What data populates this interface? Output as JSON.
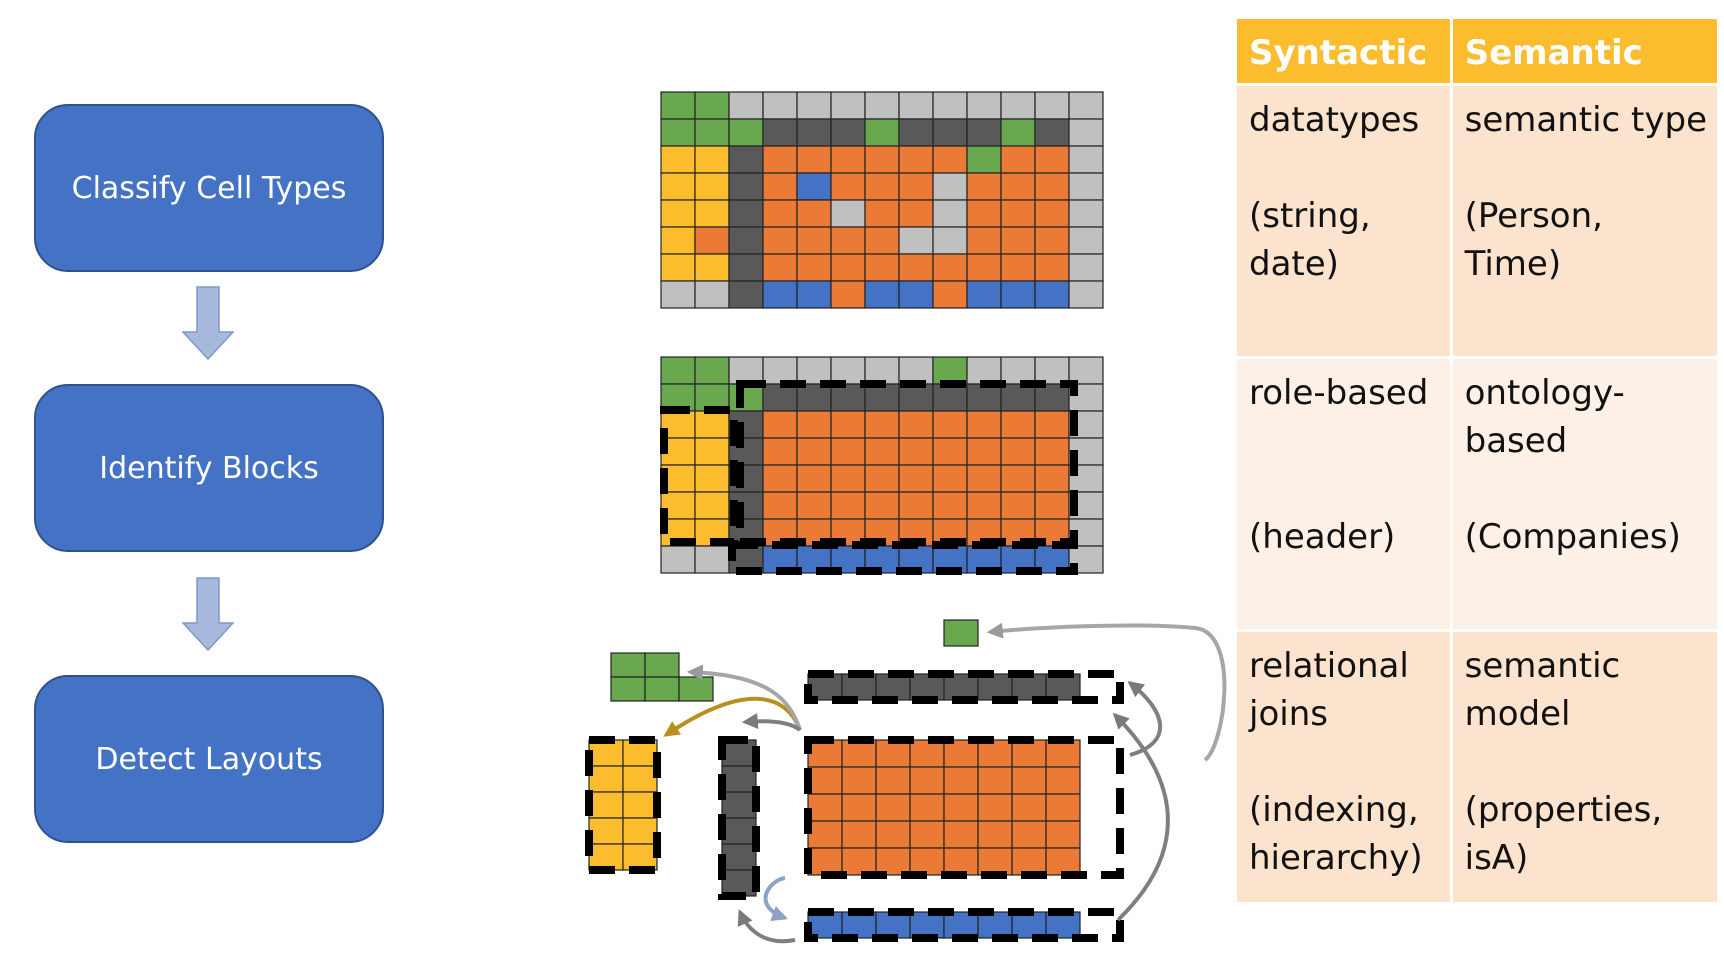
{
  "pipeline": {
    "steps": [
      {
        "label": "Classify Cell Types"
      },
      {
        "label": "Identify Blocks"
      },
      {
        "label": "Detect Layouts"
      }
    ]
  },
  "colors": {
    "step_fill": "#4472c4",
    "header_cell": "#6aa84f",
    "metadata_cell": "#fbbd2e",
    "attribute_cell": "#595959",
    "data_cell": "#ea7a35",
    "derived_cell": "#4472c4",
    "empty_cell": "#c0c0c0",
    "table_header": "#fbbd2e"
  },
  "table": {
    "headers": [
      "Syntactic",
      "Semantic"
    ],
    "rows": [
      {
        "syntactic": {
          "lines": [
            "datatypes"
          ],
          "detail": [
            "(string,",
            "date)"
          ]
        },
        "semantic": {
          "lines": [
            "semantic type"
          ],
          "detail": [
            "(Person,",
            "Time)"
          ]
        }
      },
      {
        "syntactic": {
          "lines": [
            "role-based"
          ],
          "detail": [
            "(header)"
          ]
        },
        "semantic": {
          "lines": [
            "ontology-",
            "based"
          ],
          "detail": [
            "(Companies)"
          ]
        }
      },
      {
        "syntactic": {
          "lines": [
            "relational",
            "joins"
          ],
          "detail": [
            "(indexing,",
            "hierarchy)"
          ]
        },
        "semantic": {
          "lines": [
            "semantic",
            "model"
          ],
          "detail": [
            "(properties,",
            "isA)"
          ]
        }
      }
    ]
  }
}
